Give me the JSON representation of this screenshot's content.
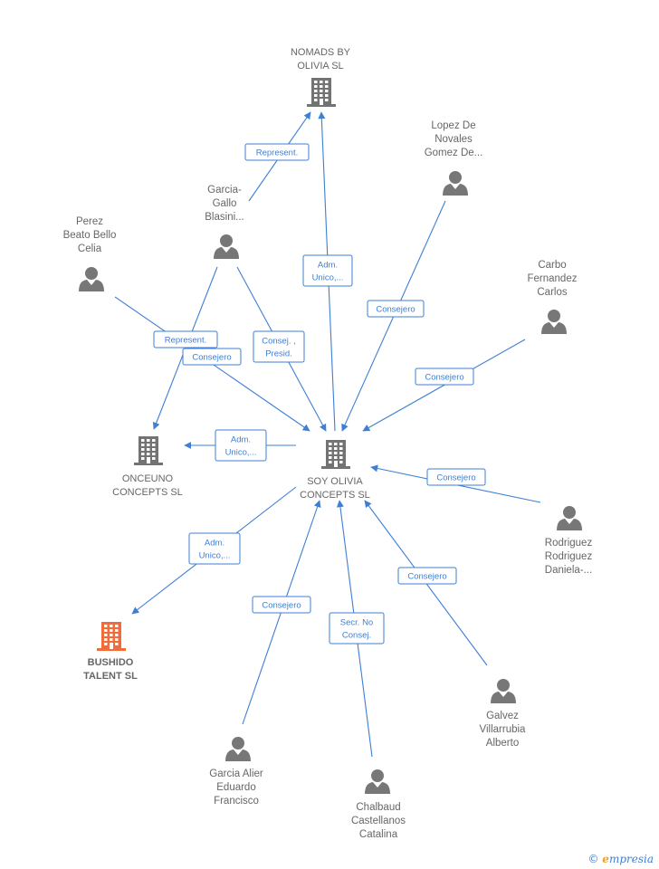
{
  "nodes": [
    {
      "id": "nomads",
      "type": "company",
      "label_lines": [
        "NOMADS BY",
        "OLIVIA  SL"
      ]
    },
    {
      "id": "soy",
      "type": "company",
      "label_lines": [
        "SOY OLIVIA",
        "CONCEPTS  SL"
      ]
    },
    {
      "id": "onceuno",
      "type": "company",
      "label_lines": [
        "ONCEUNO",
        "CONCEPTS  SL"
      ]
    },
    {
      "id": "bushido",
      "type": "company",
      "highlight": true,
      "label_lines": [
        "BUSHIDO",
        "TALENT  SL"
      ]
    },
    {
      "id": "lopez",
      "type": "person",
      "label_lines": [
        "Lopez De",
        "Novales",
        "Gomez De..."
      ]
    },
    {
      "id": "garcia_gallo",
      "type": "person",
      "label_lines": [
        "Garcia-",
        "Gallo",
        "Blasini..."
      ]
    },
    {
      "id": "perez",
      "type": "person",
      "label_lines": [
        "Perez",
        "Beato Bello",
        "Celia"
      ]
    },
    {
      "id": "carbo",
      "type": "person",
      "label_lines": [
        "Carbo",
        "Fernandez",
        "Carlos"
      ]
    },
    {
      "id": "rodriguez",
      "type": "person",
      "label_lines": [
        "Rodriguez",
        "Rodriguez",
        "Daniela-..."
      ]
    },
    {
      "id": "galvez",
      "type": "person",
      "label_lines": [
        "Galvez",
        "Villarrubia",
        "Alberto"
      ]
    },
    {
      "id": "garcia_alier",
      "type": "person",
      "label_lines": [
        "Garcia Alier",
        "Eduardo",
        "Francisco"
      ]
    },
    {
      "id": "chalbaud",
      "type": "person",
      "label_lines": [
        "Chalbaud",
        "Castellanos",
        "Catalina"
      ]
    }
  ],
  "edges": [
    {
      "from": "garcia_gallo",
      "to": "nomads",
      "label_lines": [
        "Represent."
      ]
    },
    {
      "from": "soy",
      "to": "nomads",
      "label_lines": [
        "Adm.",
        "Unico,..."
      ]
    },
    {
      "from": "lopez",
      "to": "soy",
      "label_lines": [
        "Consejero"
      ]
    },
    {
      "from": "carbo",
      "to": "soy",
      "label_lines": [
        "Consejero"
      ]
    },
    {
      "from": "garcia_gallo",
      "to": "onceuno",
      "label_lines": [
        "Represent."
      ]
    },
    {
      "from": "perez",
      "to": "soy",
      "label_lines": [
        "Consejero"
      ]
    },
    {
      "from": "garcia_gallo",
      "to": "soy",
      "label_lines": [
        "Consej. ,",
        "Presid."
      ]
    },
    {
      "from": "soy",
      "to": "onceuno",
      "label_lines": [
        "Adm.",
        "Unico,..."
      ]
    },
    {
      "from": "rodriguez",
      "to": "soy",
      "label_lines": [
        "Consejero"
      ]
    },
    {
      "from": "soy",
      "to": "bushido",
      "label_lines": [
        "Adm.",
        "Unico,..."
      ]
    },
    {
      "from": "galvez",
      "to": "soy",
      "label_lines": [
        "Consejero"
      ]
    },
    {
      "from": "garcia_alier",
      "to": "soy",
      "label_lines": [
        "Consejero"
      ]
    },
    {
      "from": "chalbaud",
      "to": "soy",
      "label_lines": [
        "Secr.  No",
        "Consej."
      ]
    }
  ],
  "brand": {
    "copyright": "©",
    "initial": "e",
    "rest": "mpresia"
  },
  "colors": {
    "edge": "#3d7fd6",
    "company": "#737373",
    "highlight": "#f26b3a",
    "person": "#777777",
    "text": "#666666"
  }
}
